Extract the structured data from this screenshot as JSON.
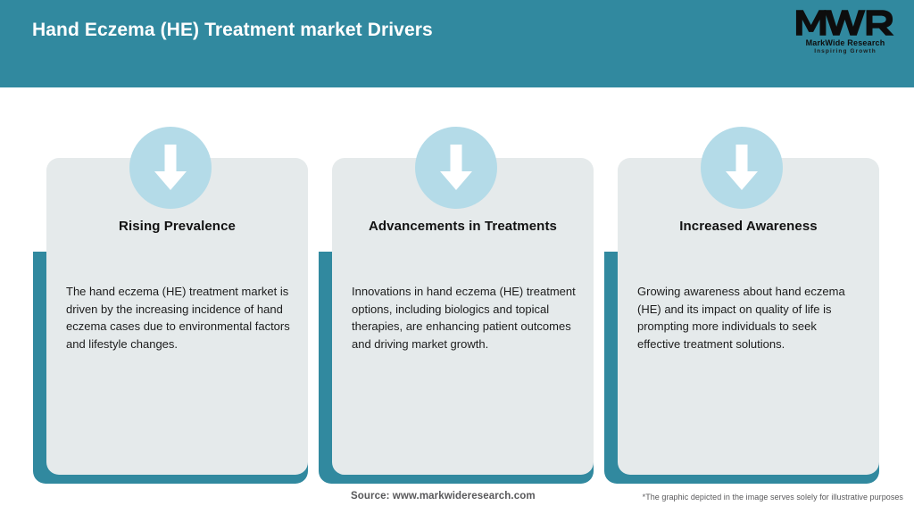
{
  "header": {
    "title": "Hand Eczema (HE) Treatment market Drivers",
    "background_color": "#31899F",
    "title_color": "#FFFFFF",
    "logo": {
      "mark": "MWR",
      "name": "MarkWide Research",
      "tagline": "Inspiring Growth"
    }
  },
  "theme": {
    "accent_teal": "#31899F",
    "card_gray": "#E5EAEB",
    "badge_blue": "#B4DBE8",
    "arrow_white": "#FFFFFF",
    "text_dark": "#121212",
    "footer_gray": "#58585A",
    "page_background": "#FFFFFF"
  },
  "cards": [
    {
      "icon": "arrow-down-icon",
      "title": "Rising Prevalence",
      "body": "The hand eczema (HE) treatment market is driven by the increasing incidence of hand eczema cases due to environmental factors and lifestyle changes."
    },
    {
      "icon": "arrow-down-icon",
      "title": "Advancements in Treatments",
      "body": "Innovations in hand eczema (HE) treatment options, including biologics and topical therapies, are enhancing patient outcomes and driving market growth."
    },
    {
      "icon": "arrow-down-icon",
      "title": "Increased Awareness",
      "body": "Growing awareness about hand eczema (HE) and its impact on quality of life is prompting more individuals to seek effective treatment solutions."
    }
  ],
  "footer": {
    "source": "Source: www.markwideresearch.com",
    "note": "*The graphic depicted in the image serves solely for illustrative purposes"
  }
}
